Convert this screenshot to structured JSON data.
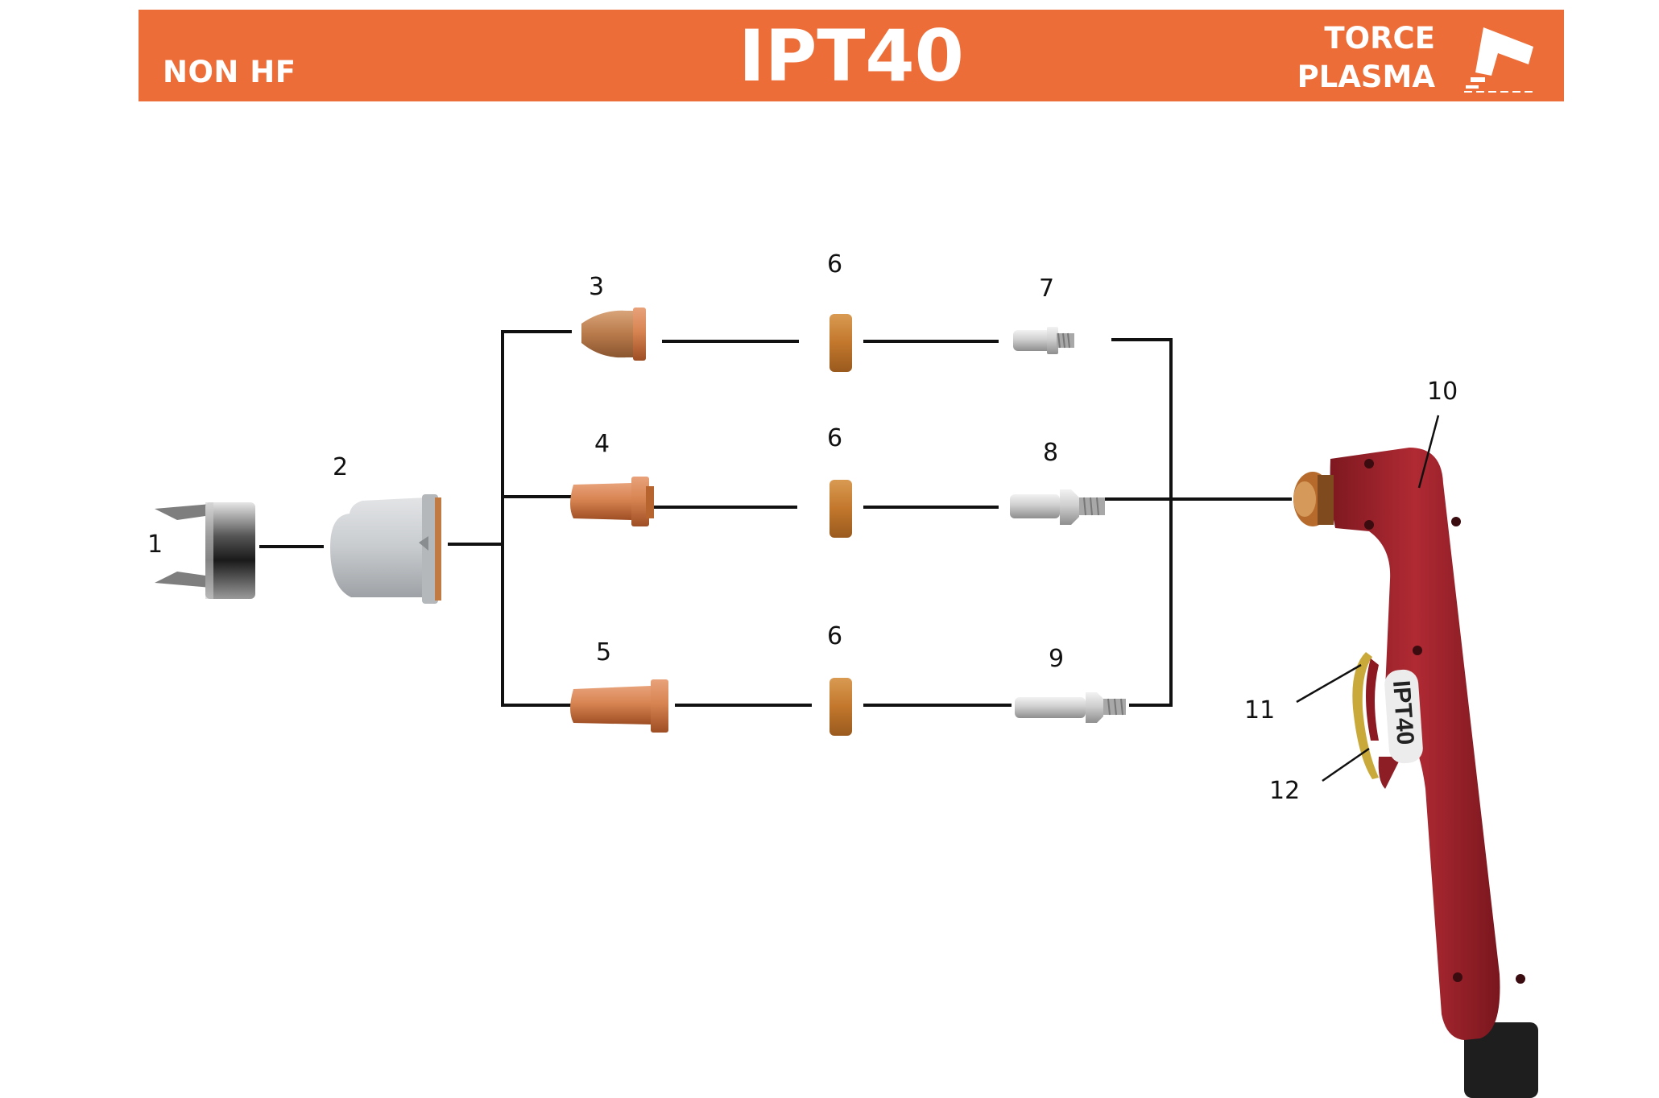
{
  "header": {
    "left_label": "NON HF",
    "title": "IPT40",
    "right_label_line1": "TORCE",
    "right_label_line2": "PLASMA",
    "logo_icon": "torch-logo-icon",
    "background_color": "#EC6D38"
  },
  "parts": [
    {
      "id": "1",
      "label": "1",
      "icon": "shield-cup-icon"
    },
    {
      "id": "2",
      "label": "2",
      "icon": "retaining-cup-icon"
    },
    {
      "id": "3",
      "label": "3",
      "icon": "nozzle-short-icon"
    },
    {
      "id": "4",
      "label": "4",
      "icon": "nozzle-medium-icon"
    },
    {
      "id": "5",
      "label": "5",
      "icon": "nozzle-long-icon"
    },
    {
      "id": "6a",
      "label": "6",
      "icon": "swirl-ring-icon"
    },
    {
      "id": "6b",
      "label": "6",
      "icon": "swirl-ring-icon"
    },
    {
      "id": "6c",
      "label": "6",
      "icon": "swirl-ring-icon"
    },
    {
      "id": "7",
      "label": "7",
      "icon": "electrode-short-icon"
    },
    {
      "id": "8",
      "label": "8",
      "icon": "electrode-medium-icon"
    },
    {
      "id": "9",
      "label": "9",
      "icon": "electrode-long-icon"
    },
    {
      "id": "10",
      "label": "10",
      "icon": "torch-body-icon"
    },
    {
      "id": "11",
      "label": "11",
      "icon": "trigger-icon"
    },
    {
      "id": "12",
      "label": "12",
      "icon": "trigger-guard-icon"
    }
  ],
  "torch": {
    "handle_text": "IPT40",
    "body_color": "#A3242C",
    "trigger_color": "#C9A93A"
  },
  "colors": {
    "copper": "#C9733E",
    "swirl": "#C97A2E",
    "line": "#111111"
  }
}
